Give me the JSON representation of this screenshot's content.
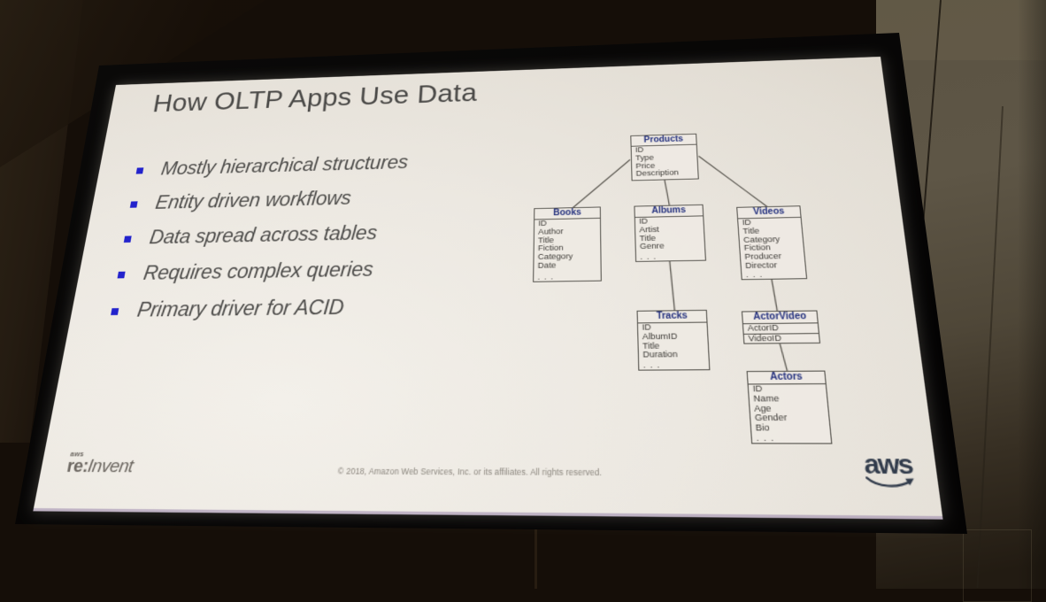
{
  "slide": {
    "title": "How OLTP Apps Use Data",
    "bullets": [
      "Mostly hierarchical structures",
      "Entity driven workflows",
      "Data spread across tables",
      "Requires complex queries",
      "Primary driver for ACID"
    ],
    "footer": {
      "copyright": "© 2018, Amazon Web Services, Inc. or its affiliates. All rights reserved.",
      "reinvent": {
        "aws": "aws",
        "re": "re:",
        "invent": "Invent"
      },
      "aws_logo_text": "aws"
    },
    "colors": {
      "bullet_accent": "#2222cc",
      "title_text": "#4b4a48",
      "body_text": "#4f4e4c",
      "entity_header_text": "#23307e",
      "entity_border": "#56544e",
      "slide_background": "#ece8e1"
    }
  },
  "diagram": {
    "ellipsis_label": ". . .",
    "entities": [
      {
        "name": "Products",
        "fields": [
          "ID",
          "Type",
          "Price",
          "Description"
        ],
        "more": false
      },
      {
        "name": "Books",
        "fields": [
          "ID",
          "Author",
          "Title",
          "Fiction",
          "Category",
          "Date"
        ],
        "more": true
      },
      {
        "name": "Albums",
        "fields": [
          "ID",
          "Artist",
          "Title",
          "Genre"
        ],
        "more": true
      },
      {
        "name": "Videos",
        "fields": [
          "ID",
          "Title",
          "Category",
          "Fiction",
          "Producer",
          "Director"
        ],
        "more": true
      },
      {
        "name": "Tracks",
        "fields": [
          "ID",
          "AlbumID",
          "Title",
          "Duration"
        ],
        "more": true
      },
      {
        "name": "ActorVideo",
        "fields": [
          "ActorID",
          "VideoID"
        ],
        "more": false
      },
      {
        "name": "Actors",
        "fields": [
          "ID",
          "Name",
          "Age",
          "Gender",
          "Bio"
        ],
        "more": true
      }
    ],
    "relations": [
      {
        "from": "Products",
        "to": "Books"
      },
      {
        "from": "Products",
        "to": "Albums"
      },
      {
        "from": "Products",
        "to": "Videos"
      },
      {
        "from": "Albums",
        "to": "Tracks"
      },
      {
        "from": "Videos",
        "to": "ActorVideo"
      },
      {
        "from": "ActorVideo",
        "to": "Actors"
      }
    ]
  }
}
